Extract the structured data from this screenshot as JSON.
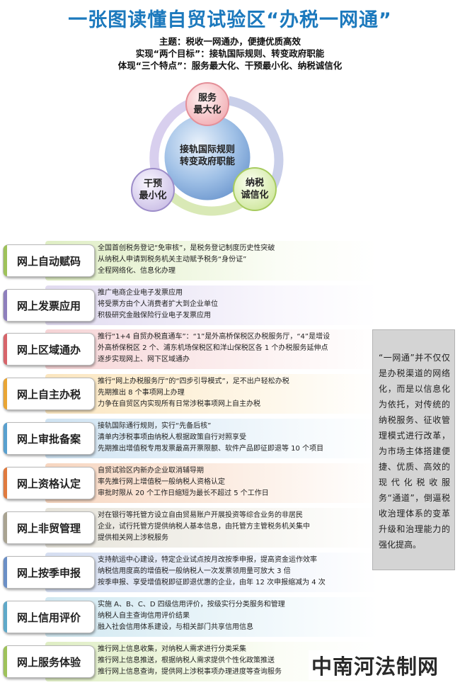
{
  "header": {
    "title": "一张图读懂自贸试验区“办税一网通”",
    "subtitle_lines": [
      "主题：税收一网通办，便捷优质高效",
      "实现“两个目标”：接轨国际规则、转变政府职能",
      "体现“三个特点”：服务最大化、干预最小化、纳税诚信化"
    ]
  },
  "diagram": {
    "center": [
      "接轨国际规则",
      "转变政府职能"
    ],
    "nodes": [
      {
        "line1": "服务",
        "line2": "最大化"
      },
      {
        "line1": "纳税",
        "line2": "诚信化"
      },
      {
        "line1": "干预",
        "line2": "最小化"
      }
    ]
  },
  "rows": [
    {
      "label": "网上自动赋码",
      "lines": [
        "全国首创税务登记“免审核”，是税务登记制度历史性突破",
        "从纳税人申请到税务机关主动赋予税务“身份证”",
        "全程网络化、信息化办理"
      ]
    },
    {
      "label": "网上发票应用",
      "lines": [
        "推广电商企业电子发票应用",
        "将受票方由个人消费者扩大到企业单位",
        "积极研究金融保险行业电子发票应用"
      ]
    },
    {
      "label": "网上区域通办",
      "lines": [
        "推行“1+4 自贸办税直通车”：“1”是外高桥保税区办税服务厅，“4”是增设",
        "外高桥保税区 2 个、浦东机场保税区和洋山保税区各 1 个办税服务延伸点",
        "逐步实现网上、网下区域通办"
      ]
    },
    {
      "label": "网上自主办税",
      "lines": [
        "推行“网上办税服务厅”的“四步引导模式”，足不出户轻松办税",
        "先期推出 8 个事项网上办理",
        "力争在自贸区内实现所有日常涉税事项网上自主办税"
      ]
    },
    {
      "label": "网上审批备案",
      "lines": [
        "接轨国际通行规则，实行“先备后核”",
        "清单内涉税事项由纳税人根据政策自行对照享受",
        "先期推出增值税专用发票最高开票限额、软件产品即征即退等 10 个项目"
      ]
    },
    {
      "label": "网上资格认定",
      "lines": [
        "自贸试验区内新办企业取消辅导期",
        "率先推行网上增值税一般纳税人资格认定",
        "审批时限从 20 个工作日缩短为最长不超过 5 个工作日"
      ]
    },
    {
      "label": "网上非贸管理",
      "lines": [
        "对在银行等托管方设立自由贸易账户开展投资等综合业务的非居民",
        "企业，试行托管方提供纳税人基本信息，由托管方主管税务机关集中",
        "提供相关网上涉税服务"
      ]
    },
    {
      "label": "网上按季申报",
      "lines": [
        "支持航运中心建设，特定企业试点按月改按季申报，提高资金运作效率",
        "纳税信用度高的增值税一般纳税人一次发票领用量可放大 3 倍",
        "按季申报、享受增值税即征即退优惠的企业，由年 12 次申报缩减为 4 次"
      ]
    },
    {
      "label": "网上信用评价",
      "lines": [
        "实施 A、B、C、D 四级信用评价，按级实行分类服务和管理",
        "纳税人自主查询信用评价结果",
        "融入社会信用体系建设，与相关部门共享信用信息"
      ]
    },
    {
      "label": "网上服务体验",
      "lines": [
        "推行网上信息收集，对纳税人需求进行分类采集",
        "推行网上信息推送，根据纳税人需求提供个性化政策推送",
        "推行网上信息查询，提供网上涉税事项办理进度等查询服务"
      ]
    }
  ],
  "sidebox": {
    "text": "“一网通”并不仅仅是办税渠道的网络化，而是以信息化为依托，对传统的纳税服务、征收管理模式进行改革，为市场主体搭建便捷、优质、高效的现代化税收服务“通道”，倒逼税收治理体系的变革升级和治理能力的强化提高。"
  },
  "watermark": "中南河法制网",
  "colors": {
    "title": "#1c79bd",
    "row_accents": [
      "#9ec25a",
      "#8e7fbd",
      "#d7646a",
      "#e9a534",
      "#58a0cf",
      "#e07a3e",
      "#a9a391",
      "#6b8fc6",
      "#5fa9c9",
      "#9ec25a"
    ]
  }
}
